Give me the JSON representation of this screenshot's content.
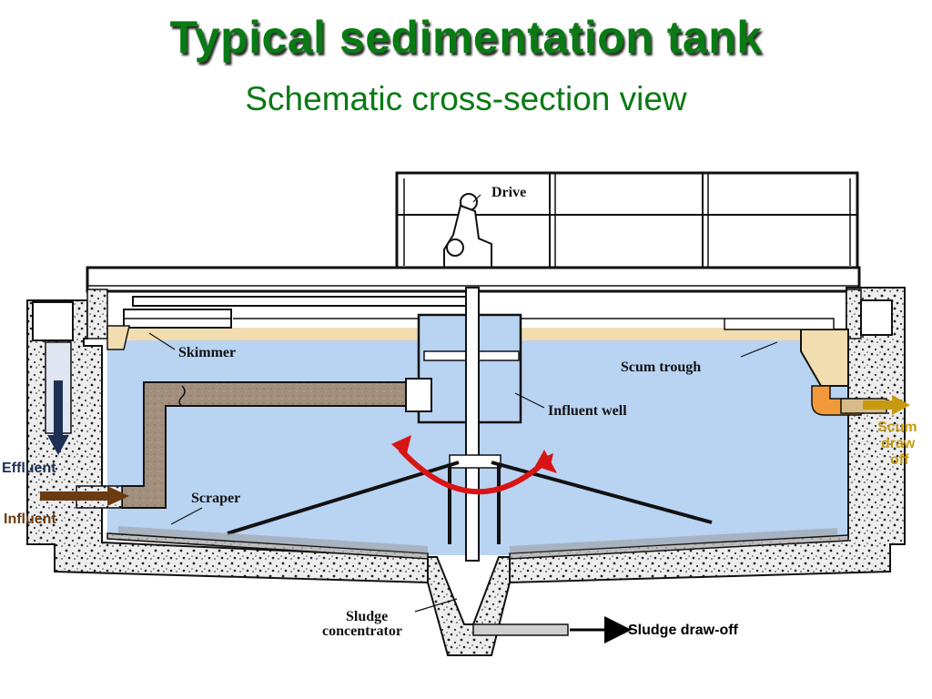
{
  "title": "Typical sedimentation tank",
  "subtitle": "Schematic cross-section view",
  "labels": {
    "drive": "Drive",
    "skimmer": "Skimmer",
    "scum_trough": "Scum trough",
    "influent_well": "Influent well",
    "scraper": "Scraper",
    "sludge_concentrator_line1": "Sludge",
    "sludge_concentrator_line2": "concentrator",
    "sludge_draw_off": "Sludge draw-off",
    "effluent": "Effluent",
    "influent": "Influent",
    "scum_line1": "Scum",
    "scum_line2": "draw",
    "scum_line3": "off"
  },
  "colors": {
    "title": "#0a7a14",
    "water": "#b9d3f2",
    "scum_layer": "#f2ddb0",
    "concrete": "#e9e9e9",
    "influent_pipe": "#a38f7d",
    "effluent_arrow": "#1d2f55",
    "influent_arrow": "#6b3b12",
    "scum_arrow": "#c89a12",
    "rotation_arrow": "#d81414"
  }
}
